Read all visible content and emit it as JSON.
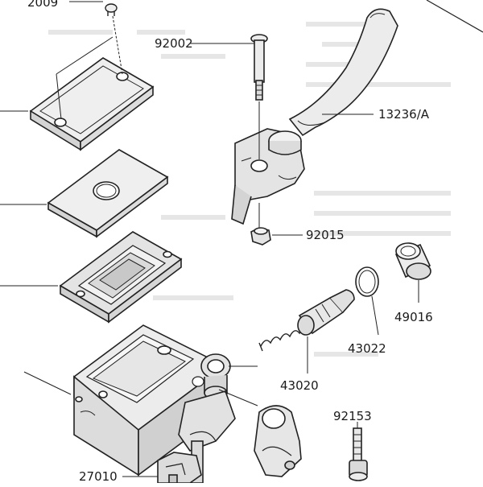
{
  "diagram": {
    "parts": [
      {
        "id": "p2009",
        "number": "2009"
      },
      {
        "id": "p92002",
        "number": "92002"
      },
      {
        "id": "p13236",
        "number": "13236/A"
      },
      {
        "id": "p92015",
        "number": "92015"
      },
      {
        "id": "p49016",
        "number": "49016"
      },
      {
        "id": "p43022",
        "number": "43022"
      },
      {
        "id": "p43020",
        "number": "43020"
      },
      {
        "id": "p92153",
        "number": "92153"
      },
      {
        "id": "p27010",
        "number": "27010"
      }
    ]
  },
  "colors": {
    "line": "#222222",
    "part_fill": "#e8e8e8",
    "part_shade": "#cfcfcf",
    "background": "#ffffff",
    "ghost_text": "#dcdcdc"
  }
}
